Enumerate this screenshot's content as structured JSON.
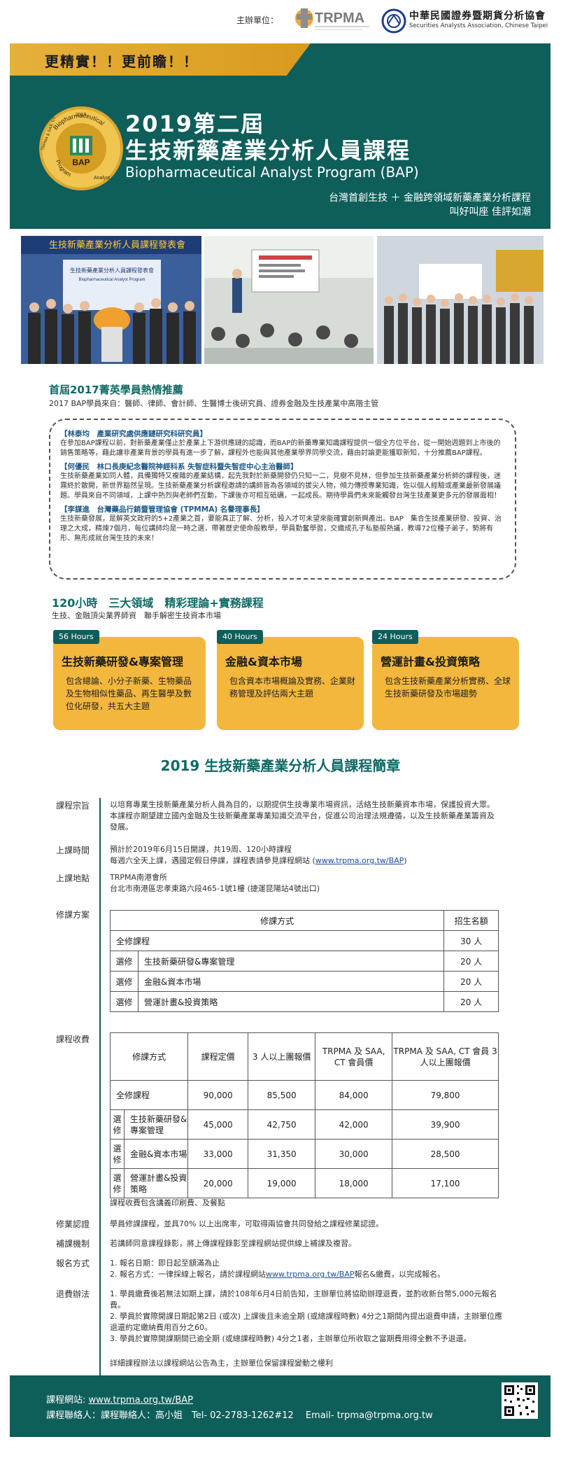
{
  "header": {
    "host_label": "主辦單位：",
    "trpma_logo_text": "TRPMA",
    "saa_name_cn": "中華民國證券暨期貨分析協會",
    "saa_name_en": "Securities Analysts Association, Chinese Taipei"
  },
  "banner": {
    "slogan": "更精實！！更前瞻！！",
    "badge_text": "BAP",
    "badge_ring_top": "Biopharmaceutical",
    "badge_ring_year": "2019",
    "badge_ring_left": "TRPMA & SAA, CT",
    "badge_ring_bottom": "Analyst",
    "badge_ring_program": "Program",
    "title_line1": "2019第二屆",
    "title_line2": "生技新藥產業分析人員課程",
    "title_en": "Biopharmaceutical Analyst Program (BAP)",
    "tagline1": "台灣首創生技 ＋ 金融跨領域新藥產業分析課程",
    "tagline2": "叫好叫座 佳評如潮"
  },
  "photos": {
    "photo1_caption": "生技新藥產業分析人員課程發表會",
    "photo1_board": "生技新藥產業分析人員課程發表會",
    "photo1_board_en": "Biopharmaceutical Analyst Program"
  },
  "recommend": {
    "title": "首屆2017菁英學員熱情推薦",
    "subtitle": "2017 BAP學員來自：醫師、律師、會計師、生醫博士後研究員、證券金融及生技產業中高階主管",
    "items": [
      {
        "name": "【林泰均　產業研究處供應鏈研究科研究員】",
        "text": "在參加BAP課程以前，對新藥產業僅止於產業上下游供應鏈的認識，而BAP的新藥專業知識課程提供一個全方位平台，從一開始週題到上市後的銷售策略等，藉此讓非產業背景的學員有進一步了解，課程外也能與其他產業學界同學交流，藉由討論更能獲取新知，十分推薦BAP課程。"
      },
      {
        "name": "【何優民　林口長庚紀念醫院神經科系 失智症科暨失智症中心主治醫師】",
        "text": "生技新藥產業如同人體，具備獨特又複雜的產業結構，起先我對於新藥開發仍只知一二，見樹不見林，但參加生技新藥產業分析師的課程後，迷霧終於散開，新世界豁然呈現。生技新藥產業分析課程邀請的講師皆為各領域的拔尖人物，傾力傳授專業知識，佐以個人經驗或產業最新發展議題。學員來自不同領域，上課中熱烈與老師們互動，下課後亦可相互砥礪，一起成長。期待學員們未來能觸發台灣生技產業更多元的發展面相！"
      },
      {
        "name": "【李謀進　台灣藥品行銷暨管理協會 (TPMMA) 名譽理事長】",
        "text": "生技新藥發展，是解英文政府的5+2產業之首，要能真正了解、分析，投入才可未望來能確實創新興產出。BAP　集合生技產業研發、投資、治理之大成，精煉7個月，每位講師均是一時之選，帶著歷史使命般教學，學員勤奮學習，交織成孔子私塾般熱議，教導72位種子弟子，勢將有形、無形成就台灣生技的未來！"
      }
    ]
  },
  "hours": {
    "title": "120小時　三大領域　精彩理論+實務課程",
    "subtitle": "生技、金融頂尖業界師資　聯手解密生技資本市場",
    "modules": [
      {
        "hours": "56 Hours",
        "title": "生技新藥研發&專案管理",
        "desc": "包含總論、小分子新藥、生物藥品及生物相似性藥品、再生醫學及數位化研發，共五大主題"
      },
      {
        "hours": "40 Hours",
        "title": "金融&資本市場",
        "desc": "包含資本市場概論及實務、企業財務管理及評估兩大主題"
      },
      {
        "hours": "24 Hours",
        "title": "營運計畫&投資策略",
        "desc": "包含生技新藥產業分析實務、全球生技新藥研發及市場趨勢"
      }
    ]
  },
  "outline": {
    "title": "2019  生技新藥產業分析人員課程簡章",
    "purpose_label": "課程宗旨",
    "purpose_text": "以培育專業生技新藥產業分析人員為目的，以期提供生技專業市場資訊，活絡生技新藥資本市場，保護投資大眾。本課程亦期望建立國內金融及生技新藥產業專業知識交流平台，促進公司治理法規遵循，以及生技新藥產業籌資及發展。",
    "time_label": "上課時間",
    "time_text1": "預計於2019年6月15日開課，共19周、120小時課程",
    "time_text2": "每週六全天上課，遇國定假日停課，課程表請參見課程網站 (",
    "time_link": "www.trpma.org.tw/BAP",
    "time_text3": ")",
    "place_label": "上課地點",
    "place_text1": "TRPMA南港會所",
    "place_text2": "台北市南港區忠孝東路六段465-1號1樓 (捷運昆陽站4號出口)",
    "plan_label": "修課方案",
    "plan_header": [
      "修課方式",
      "招生名額"
    ],
    "plan_full": [
      "全修課程",
      "30 人"
    ],
    "plan_elective_label": "選修",
    "plan_rows": [
      [
        "生技新藥研發&專案管理",
        "20 人"
      ],
      [
        "金融&資本市場",
        "20 人"
      ],
      [
        "營運計畫&投資策略",
        "20 人"
      ]
    ],
    "fee_label": "課程收費",
    "fee_header": [
      "修課方式",
      "課程定價",
      "3 人以上團報價",
      "TRPMA 及 SAA, CT 會員價",
      "TRPMA 及 SAA, CT 會員 3 人以上團報價"
    ],
    "fee_full": [
      "全修課程",
      "90,000",
      "85,500",
      "84,000",
      "79,800"
    ],
    "fee_elective_label": "選修",
    "fee_rows": [
      [
        "生技新藥研發&專案管理",
        "45,000",
        "42,750",
        "42,000",
        "39,900"
      ],
      [
        "金融&資本市場",
        "33,000",
        "31,350",
        "30,000",
        "28,500"
      ],
      [
        "營運計畫&投資策略",
        "20,000",
        "19,000",
        "18,000",
        "17,100"
      ]
    ],
    "fee_note": "課程收費包含講義印刷費、及餐點",
    "cert_label": "修業認證",
    "cert_text": "學員修課課程，並具70% 以上出席率，可取得兩協會共同發給之課程修業認證。",
    "makeup_label": "補課機制",
    "makeup_text": "若講師同意課程錄影，將上傳課程錄影至課程網站提供線上補課及複習。",
    "signup_label": "報名方式",
    "signup_1": "1.  報名日期：即日起至額滿為止",
    "signup_2a": "2.  報名方式：一律採線上報名，請於課程網站",
    "signup_2_link": "www.trpma.org.tw/BAP",
    "signup_2b": "報名&繳費，以完成報名。",
    "refund_label": "退費辦法",
    "refund_1": "1.  學員繳費後若無法如期上課，請於108年6月4日前告知，主辦單位將協助辦理退費，並酌收新台幣5,000元報名費。",
    "refund_2": "2.  學員於實際開課日期起第2日 (或次) 上課後且未逾全期 (或總課程時數) 4分之1期間內提出退費申請，主辦單位應退還約定繳納費用百分之60。",
    "refund_3": "3.  學員於實際開課期間已逾全期 (或總課程時數) 4分之1者，主辦單位所收取之當期費用得全數不予退還。",
    "final_note": "詳細課程辦法以課程網站公告為主，主辦單位保留課程變動之權利"
  },
  "footer": {
    "website_label": "課程網站: ",
    "website_link": "www.trpma.org.tw/BAP",
    "contact": "課程聯絡人：課程聯絡人：高小姐　Tel- 02-2783-1262#12　  Email- trpma@trpma.org.tw"
  },
  "colors": {
    "primary": "#0e5e5a",
    "gold": "#f3b73d",
    "link": "#1d4aa8"
  }
}
